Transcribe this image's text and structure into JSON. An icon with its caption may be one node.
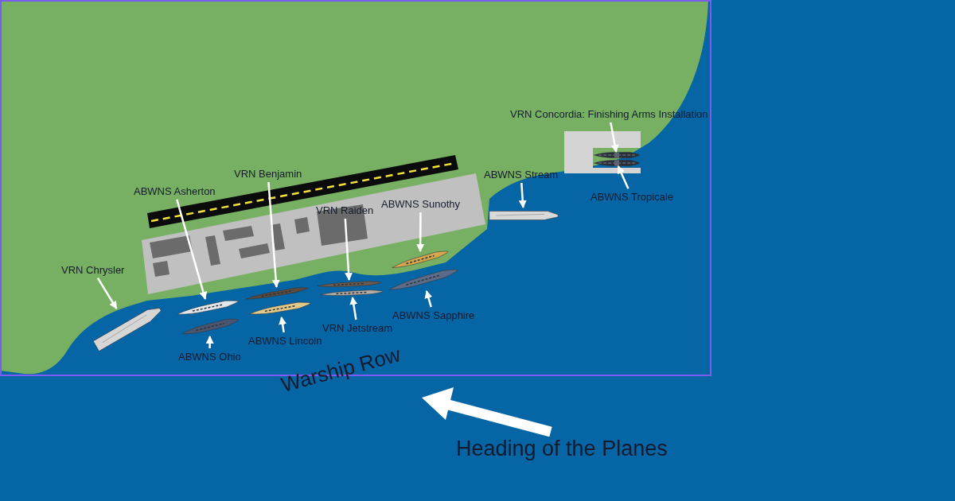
{
  "diagram": {
    "nodes": [
      {
        "text": [
          "VRN Concordia: Finishing Arms Installation"
        ]
      },
      {
        "text": [],
        "shape": "picture"
      },
      {
        "text": [
          "VRN Benjamin"
        ]
      },
      {
        "text": [],
        "shape": "picture"
      },
      {
        "text": [
          "ABWNS Stream"
        ]
      },
      {
        "text": [],
        "shape": "picture"
      },
      {
        "text": [
          "ABWNS Asherton"
        ]
      },
      {
        "text": [],
        "shape": "picture"
      },
      {
        "text": [
          "ABWNS Tropicale"
        ]
      },
      {
        "text": [],
        "shape": "picture"
      },
      {
        "text": [
          "ABWNS Sunothy"
        ]
      },
      {
        "text": [],
        "shape": "picture"
      },
      {
        "text": [
          "VRN Raiden"
        ]
      },
      {
        "text": [],
        "shape": "picture"
      },
      {
        "text": [
          "VRN Chrysler"
        ]
      },
      {
        "text": [],
        "shape": "picture"
      },
      {
        "text": [
          "ABWNS Sapphire"
        ]
      },
      {
        "text": [],
        "shape": "picture"
      },
      {
        "text": [
          "VRN Jetstream"
        ]
      },
      {
        "text": [],
        "shape": "picture"
      },
      {
        "text": [
          "ABWNS Lincoln"
        ]
      },
      {
        "text": [],
        "shape": "picture"
      },
      {
        "text": [
          "ABWNS Ohio"
        ]
      },
      {
        "text": [],
        "shape": "picture"
      }
    ],
    "edges": [
      {
        "from": 0,
        "to": 1,
        "arrow": "to"
      },
      {
        "from": 2,
        "to": 3,
        "arrow": "to"
      },
      {
        "from": 4,
        "to": 5,
        "arrow": "to"
      },
      {
        "from": 6,
        "to": 7,
        "arrow": "to"
      },
      {
        "from": 8,
        "to": 9,
        "arrow": "to"
      },
      {
        "from": 10,
        "to": 11,
        "arrow": "to"
      },
      {
        "from": 12,
        "to": 13,
        "arrow": "to"
      },
      {
        "from": 14,
        "to": 15,
        "arrow": "to"
      },
      {
        "from": 16,
        "to": 17,
        "arrow": "to"
      },
      {
        "from": 18,
        "to": 19,
        "arrow": "to"
      },
      {
        "from": 20,
        "to": 21,
        "arrow": "to"
      },
      {
        "from": 22,
        "to": 23,
        "arrow": "to"
      }
    ],
    "labels": [
      "Warship Row",
      "Heading of the Planes"
    ]
  }
}
